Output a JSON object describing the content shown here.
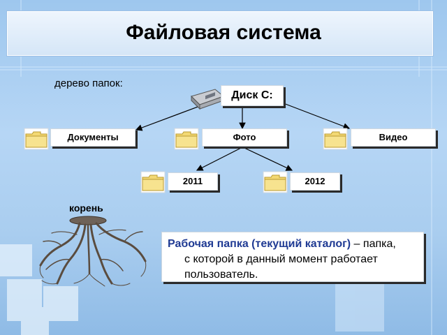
{
  "slide": {
    "title": "Файловая система",
    "tree_caption": "дерево папок:",
    "root_caption": "корень",
    "accent_color": "#1f3a93"
  },
  "tree": {
    "root": "Диск С:",
    "level1": [
      "Документы",
      "Фото",
      "Видео"
    ],
    "level2": [
      "2011",
      "2012"
    ]
  },
  "definition": {
    "term": "Рабочая папка (текущий каталог)",
    "rest_first_line": " – папка,",
    "line2": "с которой в данный момент работает",
    "line3": "пользователь."
  }
}
